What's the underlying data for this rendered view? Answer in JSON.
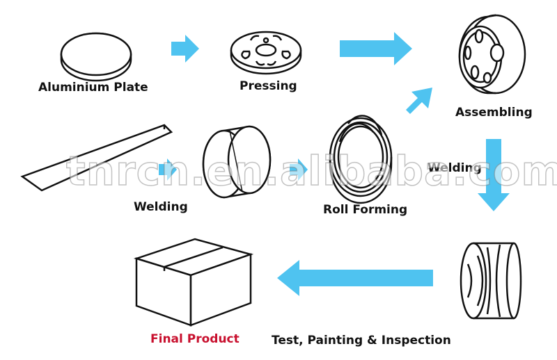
{
  "steps": {
    "aluminium_plate": "Aluminium Plate",
    "pressing": "Pressing",
    "assembling": "Assembling",
    "welding_left": "Welding",
    "roll_forming": "Roll Forming",
    "welding_right": "Welding",
    "final_product": "Final Product",
    "test_painting": "Test, Painting & Inspection"
  },
  "watermark": "tnrcn.en.alibaba.com",
  "colors": {
    "arrow": "#4fc3f0",
    "final_product_label": "#c8102e",
    "stroke": "#111111"
  }
}
